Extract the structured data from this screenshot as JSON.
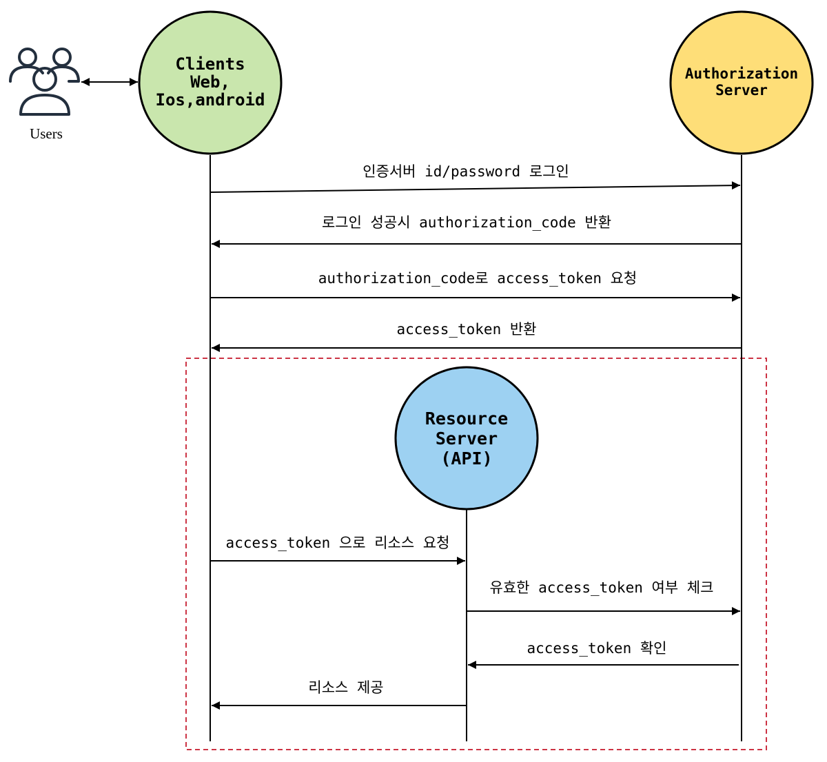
{
  "users": {
    "label": "Users",
    "icon": "users-icon"
  },
  "nodes": {
    "clients": {
      "lines": [
        "Clients",
        "Web,",
        "Ios,android"
      ],
      "fill": "#c9e6ad"
    },
    "auth": {
      "lines": [
        "Authorization",
        "Server"
      ],
      "fill": "#fede78"
    },
    "resource": {
      "lines": [
        "Resource",
        "Server",
        "(API)"
      ],
      "fill": "#9dd1f2"
    }
  },
  "messages": [
    {
      "from": "clients",
      "to": "auth",
      "text": "인증서버 id/password 로그인"
    },
    {
      "from": "auth",
      "to": "clients",
      "text": "로그인 성공시 authorization_code 반환"
    },
    {
      "from": "clients",
      "to": "auth",
      "text": "authorization_code로 access_token 요청"
    },
    {
      "from": "auth",
      "to": "clients",
      "text": "access_token 반환"
    },
    {
      "from": "clients",
      "to": "resource",
      "text": "access_token 으로 리소스 요청"
    },
    {
      "from": "resource",
      "to": "auth",
      "text": "유효한 access_token 여부 체크"
    },
    {
      "from": "auth",
      "to": "resource",
      "text": "access_token 확인"
    },
    {
      "from": "resource",
      "to": "clients",
      "text": "리소스 제공"
    }
  ],
  "colors": {
    "dashed_box": "#cc3344",
    "line": "#000000"
  }
}
